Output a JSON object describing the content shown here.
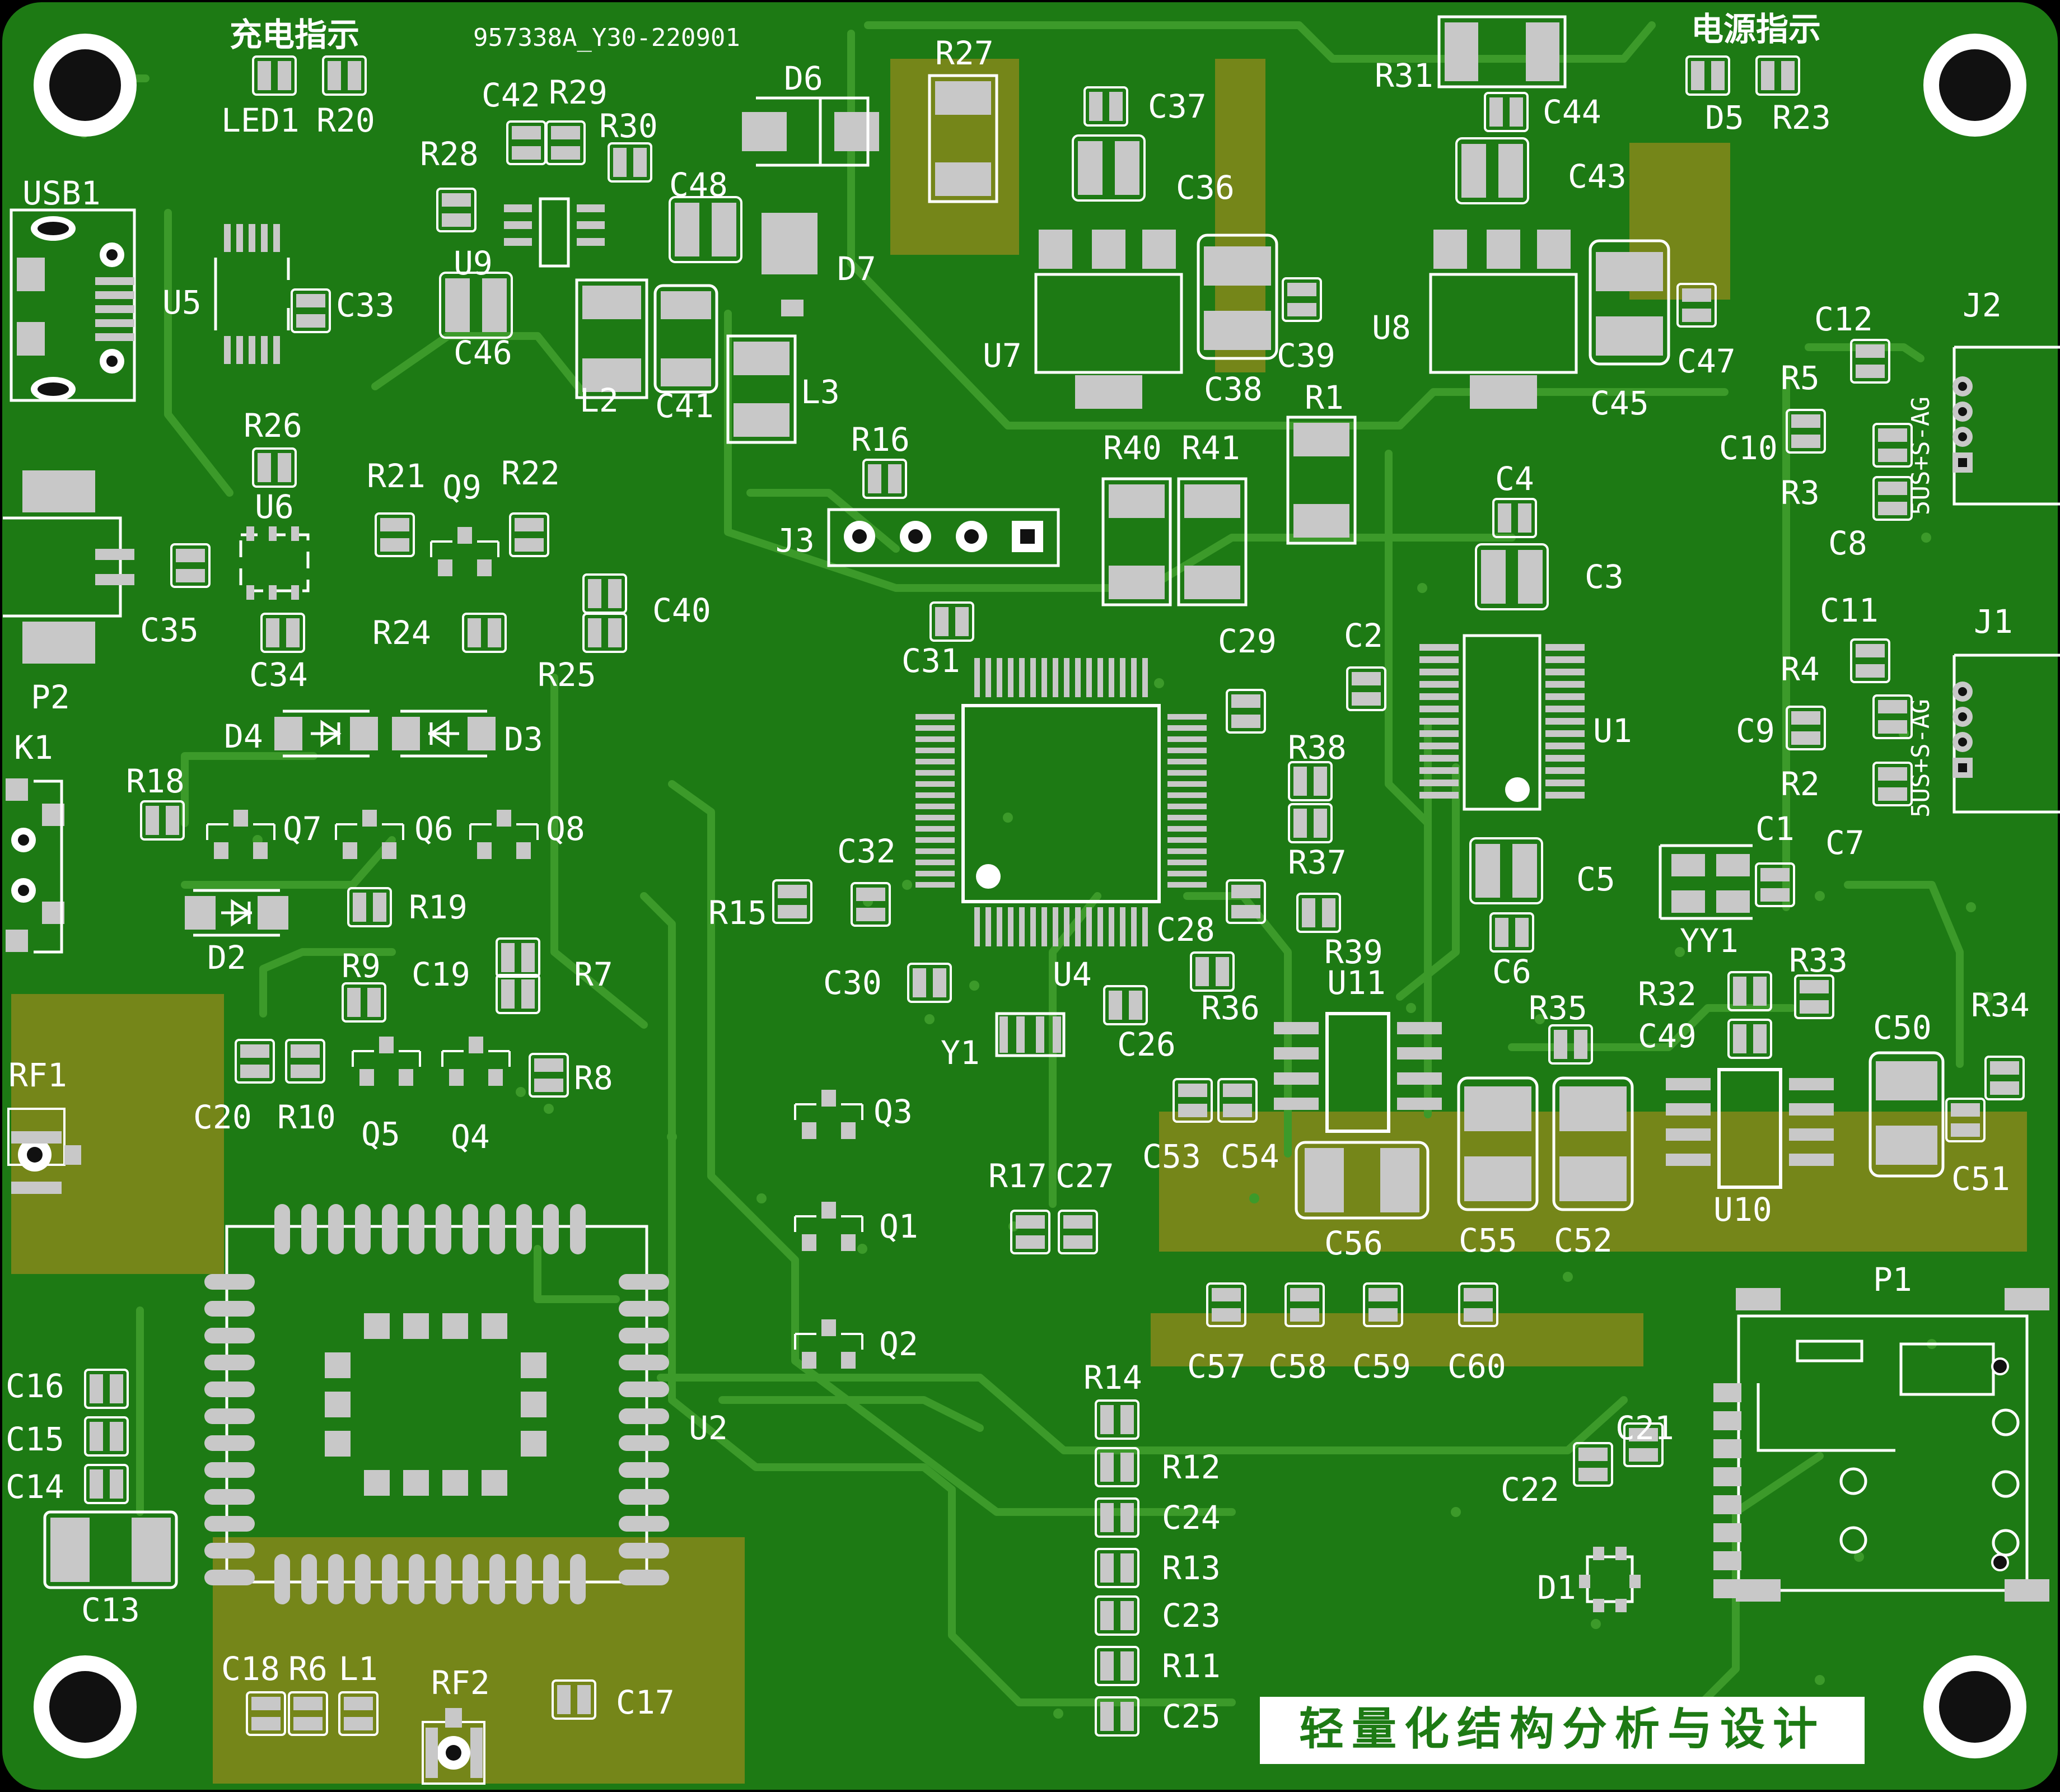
{
  "board": {
    "part_number": "957338A_Y30-220901",
    "banner_text": "轻量化结构分析与设计",
    "charge_indicator_label": "充电指示",
    "power_indicator_label": "电源指示",
    "colors": {
      "soldermask": "#1d7a14",
      "copper_trace": "#3c9a2a",
      "copper_pour": "#8c8a1a",
      "pad": "#c8c8c8",
      "silkscreen": "#ffffff",
      "background": "#000000"
    }
  },
  "connector_labels": {
    "j1_label": "5US+S-AG",
    "j2_label": "5US+S-AG"
  },
  "designators": {
    "LED1": "LED1",
    "R20": "R20",
    "USB1": "USB1",
    "U5": "U5",
    "C33": "C33",
    "C42": "C42",
    "R29": "R29",
    "R30": "R30",
    "R28": "R28",
    "U9": "U9",
    "C48": "C48",
    "C46": "C46",
    "L2": "L2",
    "C41": "C41",
    "L3": "L3",
    "D6": "D6",
    "D7": "D7",
    "R27": "R27",
    "C37": "C37",
    "C36": "C36",
    "U7": "U7",
    "C38": "C38",
    "C39": "C39",
    "R31": "R31",
    "C44": "C44",
    "C43": "C43",
    "U8": "U8",
    "C45": "C45",
    "C47": "C47",
    "D5": "D5",
    "R23": "R23",
    "C12": "C12",
    "J2": "J2",
    "R5": "R5",
    "C10": "C10",
    "R3": "R3",
    "C8": "C8",
    "R26": "R26",
    "U6": "U6",
    "R21": "R21",
    "Q9": "Q9",
    "R22": "R22",
    "C35": "C35",
    "C34": "C34",
    "R24": "R24",
    "C40": "C40",
    "R25": "R25",
    "P2": "P2",
    "R16": "R16",
    "J3": "J3",
    "R40": "R40",
    "R41": "R41",
    "R1": "R1",
    "C4": "C4",
    "C3": "C3",
    "C31": "C31",
    "C29": "C29",
    "C2": "C2",
    "U1": "U1",
    "C11": "C11",
    "J1": "J1",
    "R4": "R4",
    "C9": "C9",
    "R2": "R2",
    "C7": "C7",
    "D4": "D4",
    "D3": "D3",
    "K1": "K1",
    "R18": "R18",
    "Q7": "Q7",
    "Q6": "Q6",
    "Q8": "Q8",
    "D2": "D2",
    "R19": "R19",
    "R38": "R38",
    "R37": "R37",
    "C1": "C1",
    "C32": "C32",
    "R15": "R15",
    "C28": "C28",
    "R39": "R39",
    "C5": "C5",
    "YY1": "YY1",
    "C6": "C6",
    "R9": "R9",
    "C19": "C19",
    "R7": "R7",
    "C30": "C30",
    "U4": "U4",
    "R36": "R36",
    "U11": "U11",
    "R33": "R33",
    "R32": "R32",
    "R35": "R35",
    "C49": "C49",
    "C50": "C50",
    "R34": "R34",
    "RF1": "RF1",
    "R8": "R8",
    "Y1": "Y1",
    "C26": "C26",
    "C20": "C20",
    "R10": "R10",
    "Q5": "Q5",
    "Q4": "Q4",
    "Q3": "Q3",
    "C53": "C53",
    "C54": "C54",
    "C51": "C51",
    "R17": "R17",
    "C27": "C27",
    "Q1": "Q1",
    "C56": "C56",
    "C55": "C55",
    "C52": "C52",
    "U10": "U10",
    "P1": "P1",
    "C57": "C57",
    "C58": "C58",
    "C59": "C59",
    "C60": "C60",
    "Q2": "Q2",
    "C16": "C16",
    "R14": "R14",
    "U2": "U2",
    "C15": "C15",
    "R12": "R12",
    "C21": "C21",
    "C14": "C14",
    "C22": "C22",
    "C24": "C24",
    "C13": "C13",
    "R13": "R13",
    "D1": "D1",
    "C23": "C23",
    "C18": "C18",
    "R6": "R6",
    "L1": "L1",
    "R11": "R11",
    "RF2": "RF2",
    "C17": "C17",
    "C25": "C25"
  }
}
